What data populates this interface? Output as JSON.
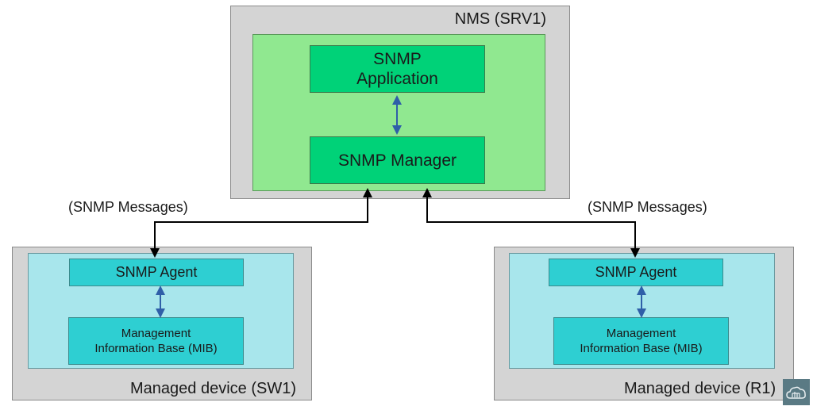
{
  "nms": {
    "title": "NMS (SRV1)",
    "application": "SNMP\nApplication",
    "manager": "SNMP Manager"
  },
  "devices": [
    {
      "title": "Managed device (SW1)",
      "agent": "SNMP Agent",
      "mib_line1": "Management",
      "mib_line2": "Information Base (MIB)"
    },
    {
      "title": "Managed device (R1)",
      "agent": "SNMP Agent",
      "mib_line1": "Management",
      "mib_line2": "Information Base (MIB)"
    }
  ],
  "connections": {
    "left_label": "(SNMP Messages)",
    "right_label": "(SNMP Messages)"
  },
  "colors": {
    "outer_gray": "#d4d4d4",
    "nms_inner": "#90e890",
    "nms_block": "#00d278",
    "device_inner": "#a8e6ec",
    "device_block": "#2ecfd2",
    "internal_arrow": "#2f5fa8",
    "message_arrow": "#000000"
  },
  "logo": {
    "icon": "cloud-logo-icon"
  }
}
